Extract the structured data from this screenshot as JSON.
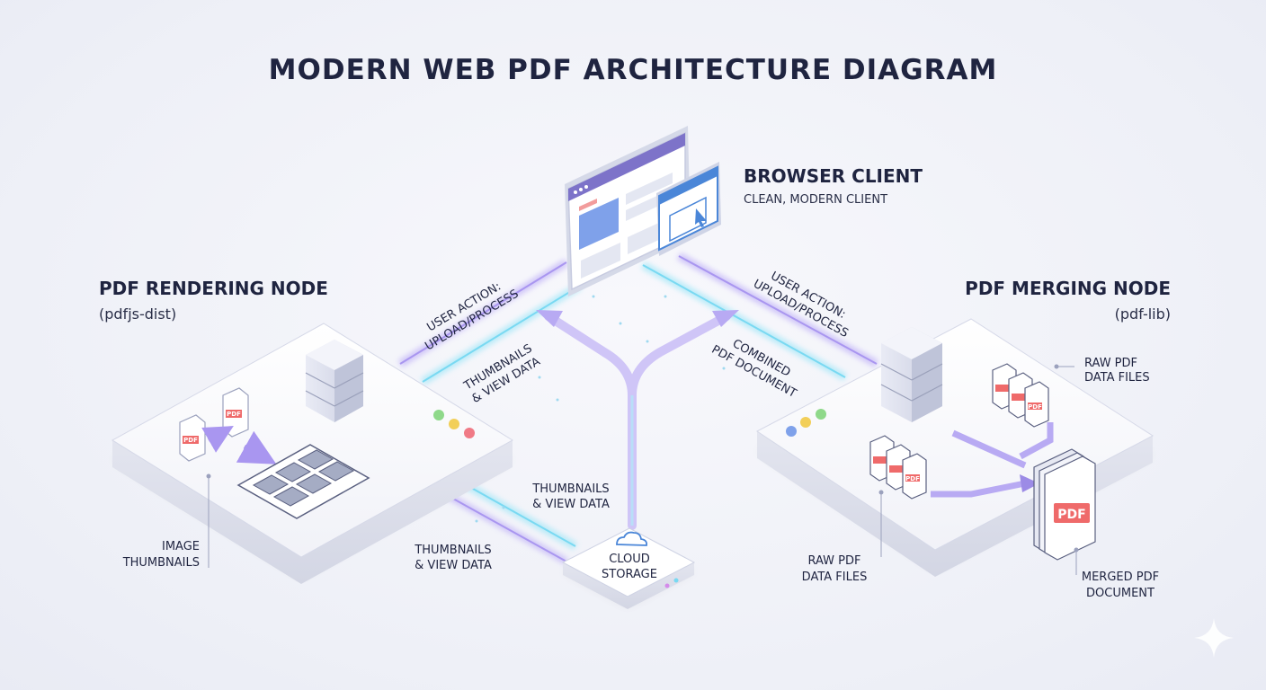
{
  "title": "MODERN WEB PDF ARCHITECTURE DIAGRAM",
  "browser": {
    "name": "BROWSER CLIENT",
    "desc": "CLEAN, MODERN CLIENT"
  },
  "render_node": {
    "name": "PDF RENDERING NODE",
    "lib": "(pdfjs-dist)",
    "callout": [
      "IMAGE",
      "THUMBNAILS"
    ]
  },
  "merge_node": {
    "name": "PDF MERGING NODE",
    "lib": "(pdf-lib)",
    "callout_raw_top": [
      "RAW PDF",
      "DATA FILES"
    ],
    "callout_raw_bottom": [
      "RAW PDF",
      "DATA FILES"
    ],
    "callout_merged": [
      "MERGED PDF",
      "DOCUMENT"
    ]
  },
  "storage": {
    "name": [
      "CLOUD",
      "STORAGE"
    ]
  },
  "edges": {
    "left_action": [
      "USER ACTION:",
      "UPLOAD/PROCESS"
    ],
    "left_return": [
      "THUMBNAILS",
      "& VIEW DATA"
    ],
    "right_action": [
      "USER ACTION:",
      "UPLOAD/PROCESS"
    ],
    "right_return": [
      "COMBINED",
      "PDF DOCUMENT"
    ],
    "storage_up": [
      "THUMBNAILS",
      "& VIEW DATA"
    ],
    "storage_left": [
      "THUMBNAILS",
      "& VIEW DATA"
    ]
  },
  "icon_text": {
    "pdf": "PDF"
  },
  "colors": {
    "purple": "#a996f0",
    "cyan": "#79d9f2",
    "red": "#ef6a6a",
    "ink": "#1f2440"
  }
}
